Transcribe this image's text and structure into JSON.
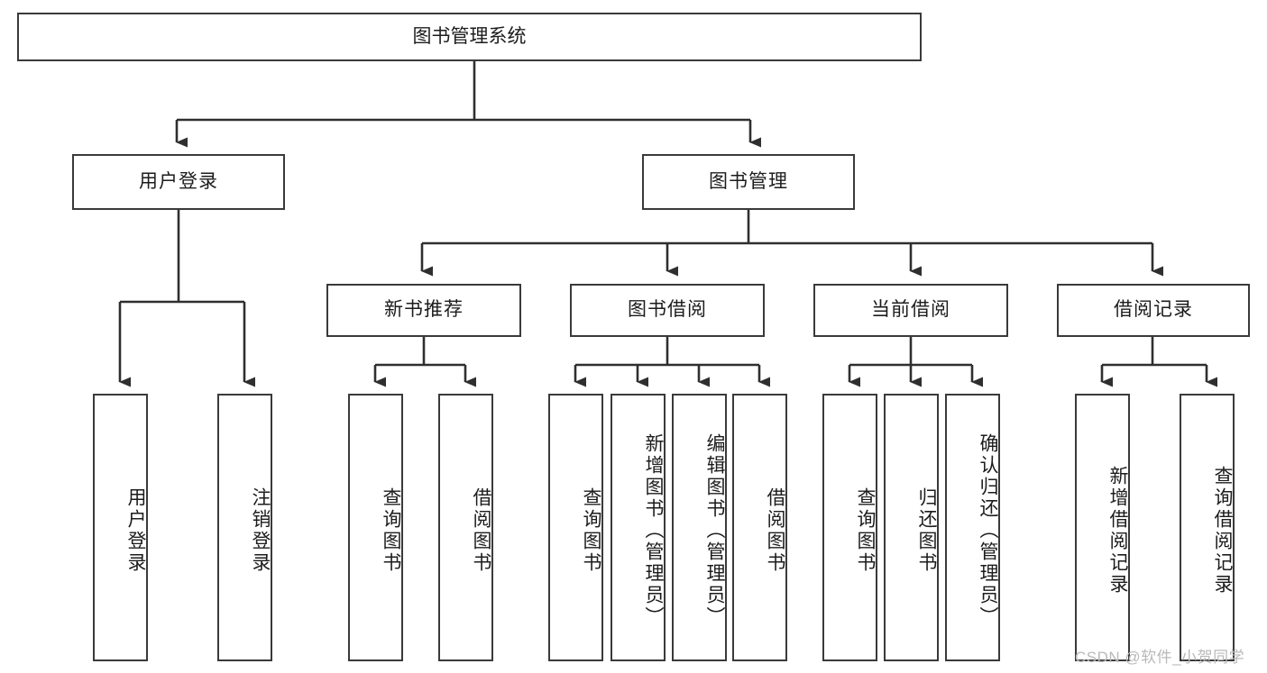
{
  "diagram": {
    "type": "tree",
    "title": "图书管理系统",
    "watermark": "CSDN @软件_小贺同学",
    "colors": {
      "box_border": "#3a3a3a",
      "box_fill": "#ffffff",
      "connector": "#2f2f2f",
      "text": "#1c1c1c",
      "watermark": "#b9b9b9"
    },
    "root": {
      "label": "图书管理系统"
    },
    "level2": [
      {
        "label": "用户登录"
      },
      {
        "label": "图书管理"
      }
    ],
    "level3": [
      {
        "label": "新书推荐"
      },
      {
        "label": "图书借阅"
      },
      {
        "label": "当前借阅"
      },
      {
        "label": "借阅记录"
      }
    ],
    "leaves": {
      "user_login": [
        {
          "label": "用户登录"
        },
        {
          "label": "注销登录"
        }
      ],
      "new_book_recommend": [
        {
          "label": "查询图书"
        },
        {
          "label": "借阅图书"
        }
      ],
      "book_borrow": [
        {
          "label": "查询图书"
        },
        {
          "label": "新增图书（管理员）"
        },
        {
          "label": "编辑图书（管理员）"
        },
        {
          "label": "借阅图书"
        }
      ],
      "current_borrow": [
        {
          "label": "查询图书"
        },
        {
          "label": "归还图书"
        },
        {
          "label": "确认归还（管理员）"
        }
      ],
      "borrow_record": [
        {
          "label": "新增借阅记录"
        },
        {
          "label": "查询借阅记录"
        }
      ]
    }
  },
  "chart_data": {
    "type": "table",
    "title": "图书管理系统 功能结构图",
    "nodes": [
      {
        "id": "root",
        "label": "图书管理系统",
        "level": 1,
        "parent": null
      },
      {
        "id": "n-user-login",
        "label": "用户登录",
        "level": 2,
        "parent": "root"
      },
      {
        "id": "n-book-mgmt",
        "label": "图书管理",
        "level": 2,
        "parent": "root"
      },
      {
        "id": "n-new-book",
        "label": "新书推荐",
        "level": 3,
        "parent": "n-book-mgmt"
      },
      {
        "id": "n-book-borrow",
        "label": "图书借阅",
        "level": 3,
        "parent": "n-book-mgmt"
      },
      {
        "id": "n-current-borrow",
        "label": "当前借阅",
        "level": 3,
        "parent": "n-book-mgmt"
      },
      {
        "id": "n-borrow-record",
        "label": "借阅记录",
        "level": 3,
        "parent": "n-book-mgmt"
      },
      {
        "id": "l1",
        "label": "用户登录",
        "level": 4,
        "parent": "n-user-login"
      },
      {
        "id": "l2",
        "label": "注销登录",
        "level": 4,
        "parent": "n-user-login"
      },
      {
        "id": "l3",
        "label": "查询图书",
        "level": 4,
        "parent": "n-new-book"
      },
      {
        "id": "l4",
        "label": "借阅图书",
        "level": 4,
        "parent": "n-new-book"
      },
      {
        "id": "l5",
        "label": "查询图书",
        "level": 4,
        "parent": "n-book-borrow"
      },
      {
        "id": "l6",
        "label": "新增图书（管理员）",
        "level": 4,
        "parent": "n-book-borrow"
      },
      {
        "id": "l7",
        "label": "编辑图书（管理员）",
        "level": 4,
        "parent": "n-book-borrow"
      },
      {
        "id": "l8",
        "label": "借阅图书",
        "level": 4,
        "parent": "n-book-borrow"
      },
      {
        "id": "l9",
        "label": "查询图书",
        "level": 4,
        "parent": "n-current-borrow"
      },
      {
        "id": "l10",
        "label": "归还图书",
        "level": 4,
        "parent": "n-current-borrow"
      },
      {
        "id": "l11",
        "label": "确认归还（管理员）",
        "level": 4,
        "parent": "n-current-borrow"
      },
      {
        "id": "l12",
        "label": "新增借阅记录",
        "level": 4,
        "parent": "n-borrow-record"
      },
      {
        "id": "l13",
        "label": "查询借阅记录",
        "level": 4,
        "parent": "n-borrow-record"
      }
    ]
  }
}
